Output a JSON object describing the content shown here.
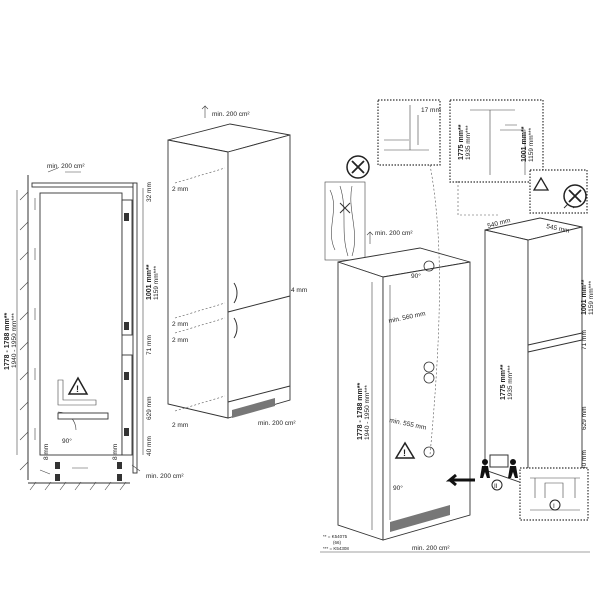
{
  "left_section": {
    "air_top": "min. 200 cm²",
    "air_bottom": "min. 200 cm²",
    "height_primary": "1778 - 1788 mm**",
    "height_secondary": "1940 - 1950 mm***",
    "gap_top": "32 mm",
    "upper_door_primary": "1001 mm**",
    "upper_door_secondary": "1159 mm***",
    "gap_middle": "71 mm",
    "lower_door": "629 mm",
    "gap_bottom": "40 mm",
    "clearance_left": "8 mm",
    "clearance_right": "8 mm",
    "angle": "90°"
  },
  "center_section": {
    "air_top": "min. 200 cm²",
    "air_bottom": "min. 200 cm²",
    "gaps": [
      "2 mm",
      "2 mm",
      "2 mm",
      "2 mm"
    ],
    "side_gap": "4 mm"
  },
  "right_section": {
    "detail_gap": "17 mm",
    "detail_height_primary": "1775 mm**",
    "detail_height_secondary": "1935 mm***",
    "detail_door_primary": "1001 mm**",
    "detail_door_secondary": "1159 mm***",
    "width": "540 mm",
    "depth": "545 mm",
    "air_top": "min. 200 cm²",
    "air_bottom": "min. 200 cm²",
    "min_depth_top": "min. 560 mm",
    "min_depth_bottom": "min. 555 mm",
    "niche_height_primary": "1778 - 1788 mm**",
    "niche_height_secondary": "1940 - 1950 mm***",
    "angle_top": "90°",
    "angle_bottom": "90°",
    "unit_height_primary": "1775 mm**",
    "unit_height_secondary": "1935 mm***",
    "unit_door_primary": "1001 mm**",
    "unit_door_secondary": "1159 mm***",
    "unit_gap_middle": "71 mm",
    "unit_lower_door": "629 mm",
    "unit_gap_bottom": "40 mm",
    "step_label_1": "II",
    "step_label_2": "I"
  },
  "footnotes": {
    "line1": "** = K54075",
    "line2": "(66)",
    "line3": "*** = K54308"
  }
}
